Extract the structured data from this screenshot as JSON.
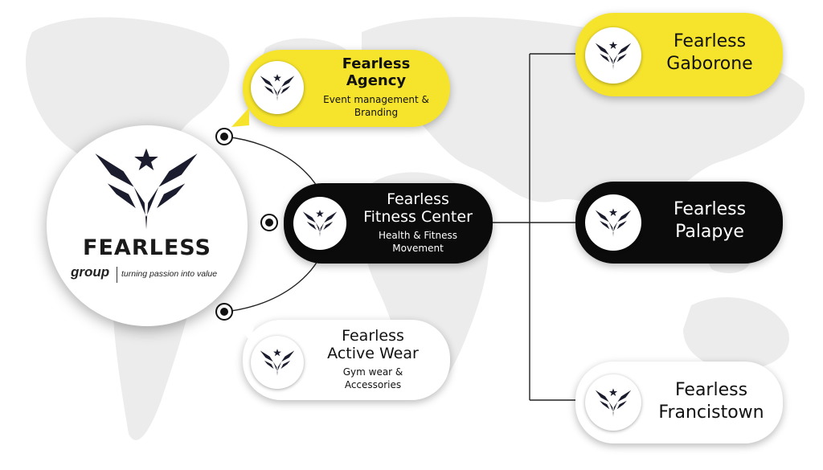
{
  "center": {
    "wordmark": "FEARLESS",
    "group_label": "group",
    "tagline": "turning passion into value"
  },
  "divisions": [
    {
      "name_line1": "Fearless",
      "name_line2": "Agency",
      "desc_line1": "Event management &",
      "desc_line2": "Branding"
    },
    {
      "name_line1": "Fearless",
      "name_line2": "Fitness Center",
      "desc_line1": "Health & Fitness",
      "desc_line2": "Movement"
    },
    {
      "name_line1": "Fearless",
      "name_line2": "Active Wear",
      "desc_line1": "Gym wear &",
      "desc_line2": "Accessories"
    }
  ],
  "branches": [
    {
      "name_line1": "Fearless",
      "name_line2": "Gaborone"
    },
    {
      "name_line1": "Fearless",
      "name_line2": "Palapye"
    },
    {
      "name_line1": "Fearless",
      "name_line2": "Francistown"
    }
  ],
  "colors": {
    "yellow": "#f6e42c",
    "black": "#0b0b0b",
    "white": "#ffffff",
    "map": "#ececec"
  },
  "icon": "fearless-star-wings-logo-icon"
}
